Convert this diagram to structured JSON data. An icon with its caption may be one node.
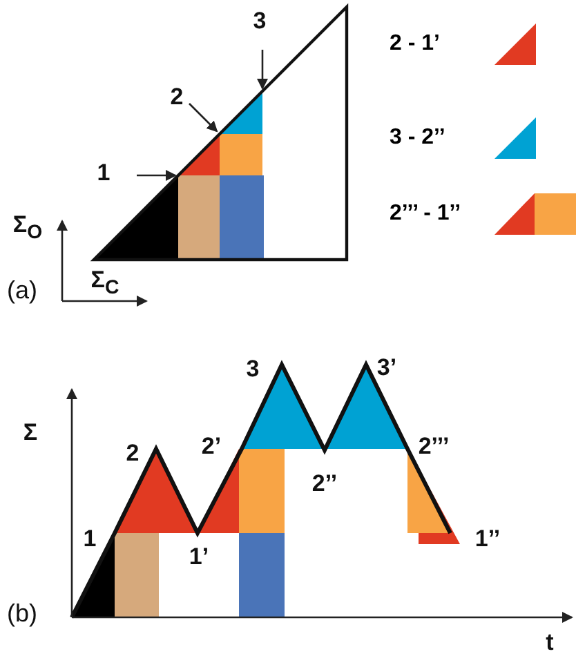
{
  "diagram": {
    "nodes": [
      {
        "text": [
          "1"
        ]
      },
      {
        "text": [
          "2"
        ]
      },
      {
        "text": [
          "3"
        ]
      }
    ],
    "edges": [
      {
        "from": 0,
        "to": null,
        "arrow": "to"
      },
      {
        "from": 1,
        "to": null,
        "arrow": "to"
      },
      {
        "from": 2,
        "to": null,
        "arrow": "to"
      }
    ],
    "labels": [
      "Σ$_{O}$",
      "(a)",
      "Σ$_{C}$",
      "3",
      "3’",
      "Σ",
      "2",
      "2’",
      "2’’’",
      "2’’",
      "1",
      "1’",
      "1’’",
      "(b)",
      "t"
    ],
    "legend": [
      {
        "text": "2 - 1’",
        "color": "#e13a22"
      },
      {
        "text": "3 - 2’’",
        "color": "#00a2d3"
      },
      {
        "text": "2’’’ - 1’’",
        "color": "#f8a445"
      }
    ]
  }
}
